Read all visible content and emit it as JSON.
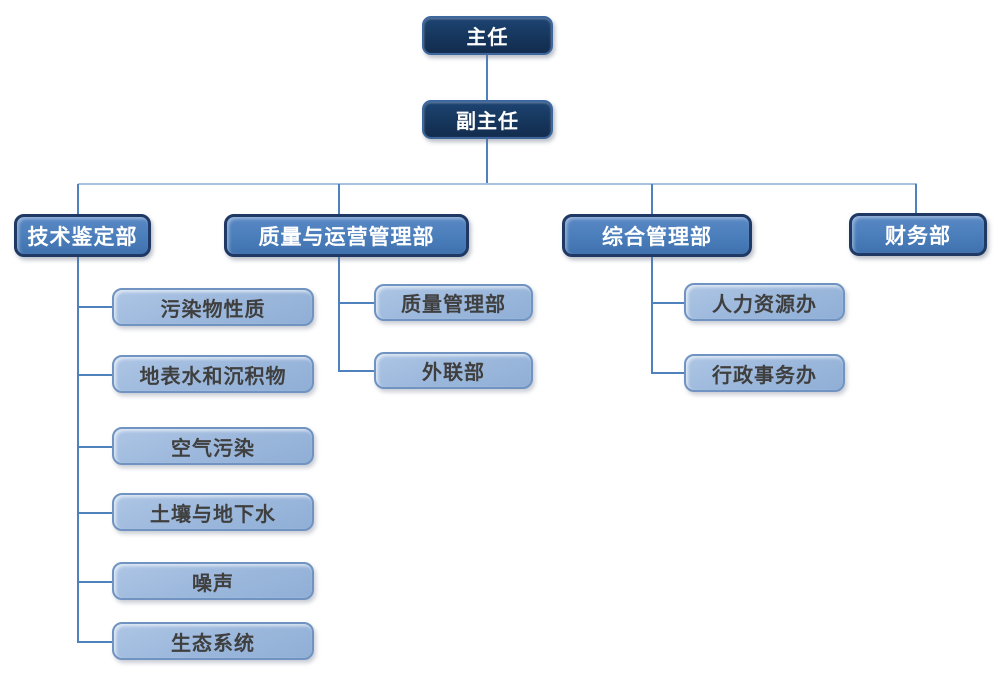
{
  "chart": {
    "type": "org-chart",
    "root": {
      "label": "主任"
    },
    "deputy": {
      "label": "副主任"
    },
    "departments": [
      {
        "label": "技术鉴定部",
        "children": [
          "污染物性质",
          "地表水和沉积物",
          "空气污染",
          "土壤与地下水",
          "噪声",
          "生态系统"
        ]
      },
      {
        "label": "质量与运营管理部",
        "children": [
          "质量管理部",
          "外联部"
        ]
      },
      {
        "label": "综合管理部",
        "children": [
          "人力资源办",
          "行政事务办"
        ]
      },
      {
        "label": "财务部",
        "children": []
      }
    ]
  },
  "colors": {
    "background": "#FFFFFF",
    "level1_fill": "#17375E",
    "level1_border": "#3E67A0",
    "level3_fill": "#4A7EBB",
    "level3_border": "#1F3864",
    "child_fill": "#9CB8DC",
    "child_border": "#7093C1",
    "child_text": "#3F3F3F",
    "light_text": "#FFFFFF",
    "connector": "#4F81BD",
    "connector_light": "#A7C1DF"
  }
}
